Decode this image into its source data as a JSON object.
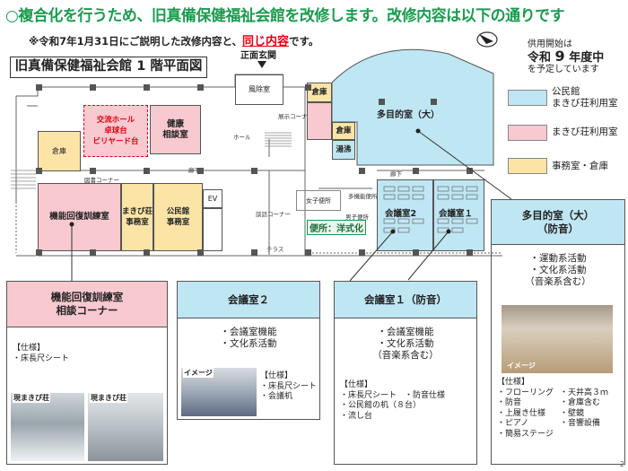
{
  "header": {
    "title": "○複合化を行うため、旧真備保健福祉会館を改修します。改修内容は以下の通りです",
    "subtitle_prefix": "※令和7年1月31日にご説明した改修内容と、",
    "subtitle_highlight": "同じ内容",
    "subtitle_suffix": "です。"
  },
  "plan": {
    "title": "旧真備保健福祉会館 1 階平面図",
    "entrance": "正面玄関"
  },
  "start_info": {
    "line1": "供用開始は",
    "line2_pre": "令和",
    "line2_num": "9",
    "line2_post": "年度中",
    "line3": "を予定しています"
  },
  "legend": [
    {
      "label": "公民館\nまきび荘利用室",
      "color": "#bfe6f3"
    },
    {
      "label": "まきび荘利用室",
      "color": "#f8c9cf"
    },
    {
      "label": "事務室・倉庫",
      "color": "#fbe4a6"
    }
  ],
  "rooms": {
    "wind_room": "風除室",
    "exhibit": "展示コーナー",
    "storage_left": "倉庫",
    "exchange_hall": "交流ホール\n卓球台\nビリヤード台",
    "health_consult": "健康\n相談室",
    "hall": "ホール",
    "library": "図書コーナー",
    "corridor1": "廊下",
    "corridor2": "廊下",
    "training": "機能回復訓練室",
    "makibi_office": "まきび荘\n事務室",
    "kominkan_office": "公民館\n事務室",
    "ev": "EV",
    "talk": "談話コーナー",
    "women_wc": "女子便所",
    "multi_wc": "多機能便所",
    "men_wc": "男子便所",
    "wc_note": "便所：洋式化",
    "terrace": "テラス",
    "storage_a": "倉庫",
    "storage_b": "倉庫",
    "kettle": "湯沸",
    "meeting2": "会議室2",
    "meeting1": "会議室１",
    "multi_hall": "多目的室（大）"
  },
  "cards": {
    "training": {
      "title": "機能回復訓練室\n相談コーナー",
      "spec": "【仕様】\n・床長尺シート",
      "photo1": "現まきび荘",
      "photo2": "現まきび荘"
    },
    "meeting2": {
      "title": "会議室２",
      "body": "・会議室機能\n・文化系活動",
      "photo_label": "イメージ",
      "spec": "【仕様】\n・床長尺シート\n・会議机"
    },
    "meeting1": {
      "title": "会議室１（防音）",
      "body": "・会議室機能\n・文化系活動\n（音楽系含む）",
      "spec": "【仕様】\n・床長尺シート　・防音仕様\n・公民館の机（８台）\n・流し台"
    },
    "multi_hall": {
      "title": "多目的室（大）\n（防音）",
      "body": "・運動系活動\n・文化系活動\n（音楽系含む）",
      "photo_label": "イメージ",
      "spec_left": "【仕様】\n・フローリング\n・防音\n・上履き仕様\n・ピアノ\n・簡易ステージ",
      "spec_right": "\n・天井高３ｍ\n・倉庫含む\n・壁鏡\n・音響設備"
    }
  },
  "page_number": "2"
}
